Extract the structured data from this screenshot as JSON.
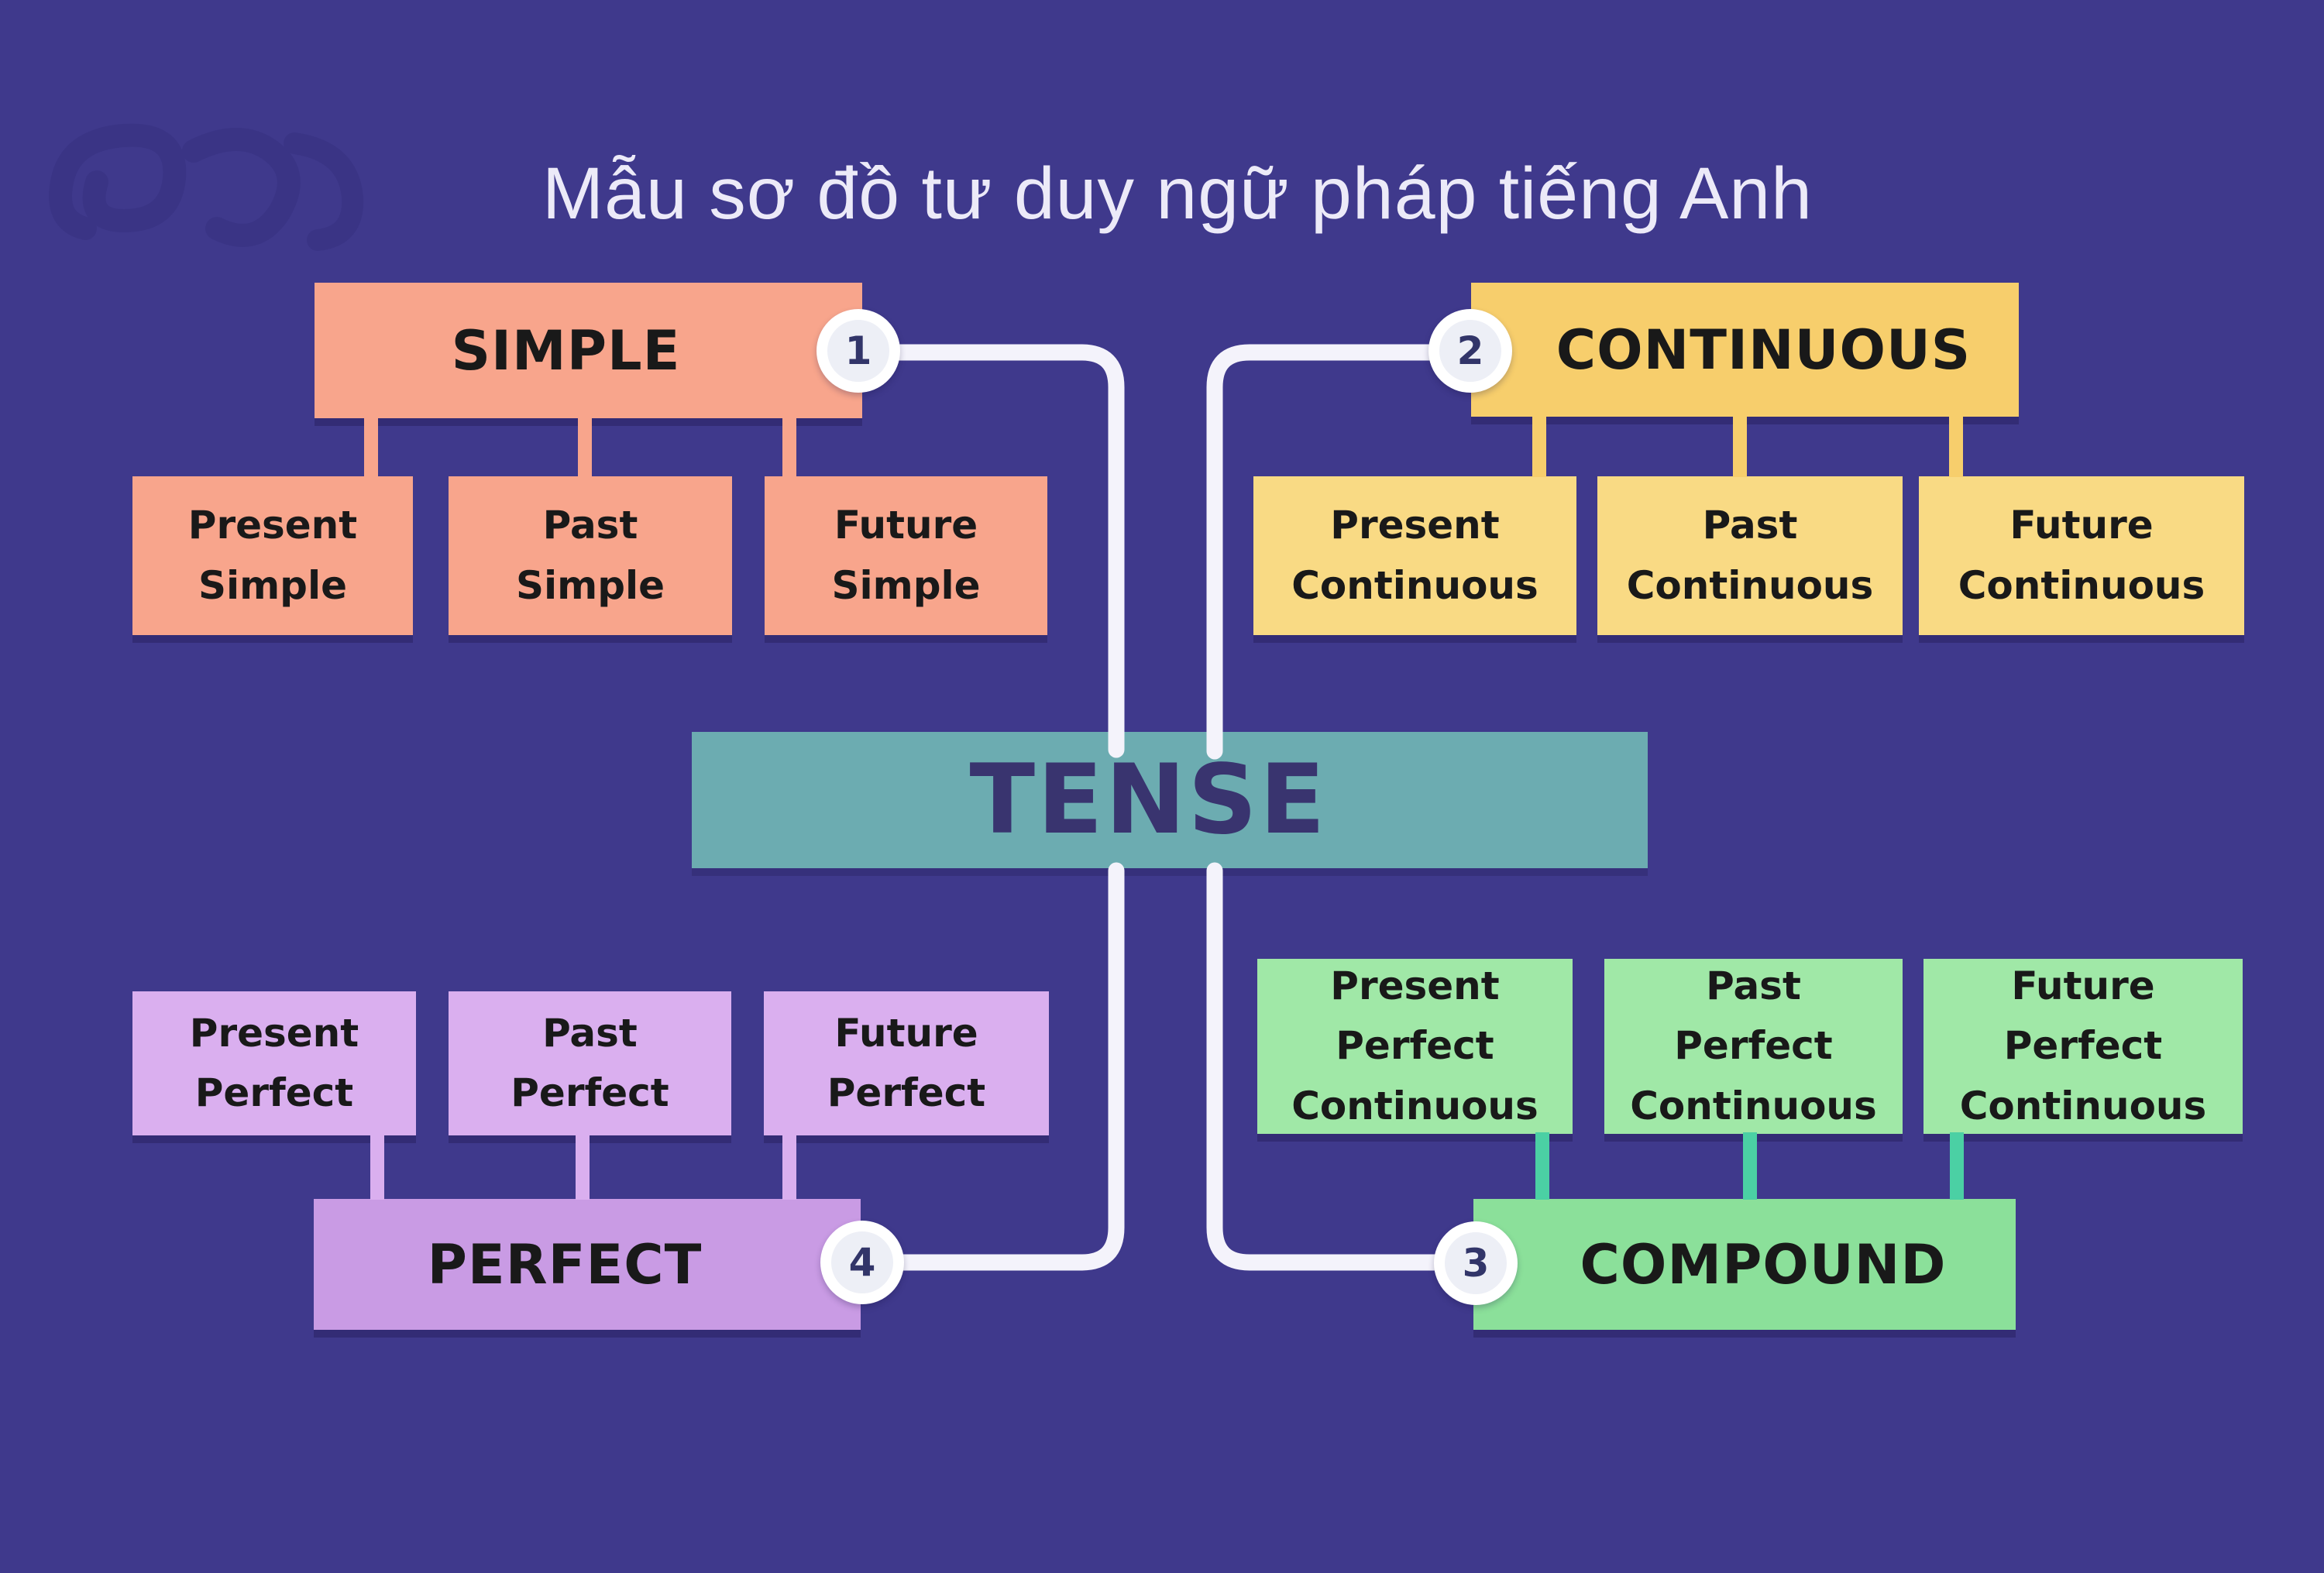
{
  "title": "Mẫu sơ đồ tư duy ngữ pháp tiếng Anh",
  "center": {
    "label": "TENSE"
  },
  "branches": [
    {
      "name": "simple",
      "label": "SIMPLE",
      "badge": "1",
      "children": [
        "Present Simple",
        "Past Simple",
        "Future Simple"
      ]
    },
    {
      "name": "continuous",
      "label": "CONTINUOUS",
      "badge": "2",
      "children": [
        "Present Continuous",
        "Past Continuous",
        "Future Continuous"
      ]
    },
    {
      "name": "compound",
      "label": "COMPOUND",
      "badge": "3",
      "children": [
        "Present Perfect Continuous",
        "Past Perfect Continuous",
        "Future Perfect Continuous"
      ]
    },
    {
      "name": "perfect",
      "label": "PERFECT",
      "badge": "4",
      "children": [
        "Present Perfect",
        "Past Perfect",
        "Future Perfect"
      ]
    }
  ],
  "icons": {
    "watermark_logo": "faint-abstract-scribble-monogram"
  },
  "colors": {
    "background": "#3F398C",
    "simple": "#F8A58C",
    "continuous_parent": "#F7CE6C",
    "continuous_child": "#F9DA84",
    "perfect_parent": "#C99BE4",
    "perfect_child": "#DAAFEF",
    "compound_parent": "#8BE09A",
    "compound_child": "#A0E8A7",
    "compound_stub": "#4BD0A4",
    "center_box": "#6CACB1",
    "connector": "#F4F3FB",
    "badge_bg": "#EDEFF6",
    "badge_ring": "#FFFFFF",
    "badge_number": "#323569",
    "dark_text": "#191919",
    "center_text": "#39346F",
    "title_text": "#ECEAF8",
    "watermark": "#363181"
  }
}
